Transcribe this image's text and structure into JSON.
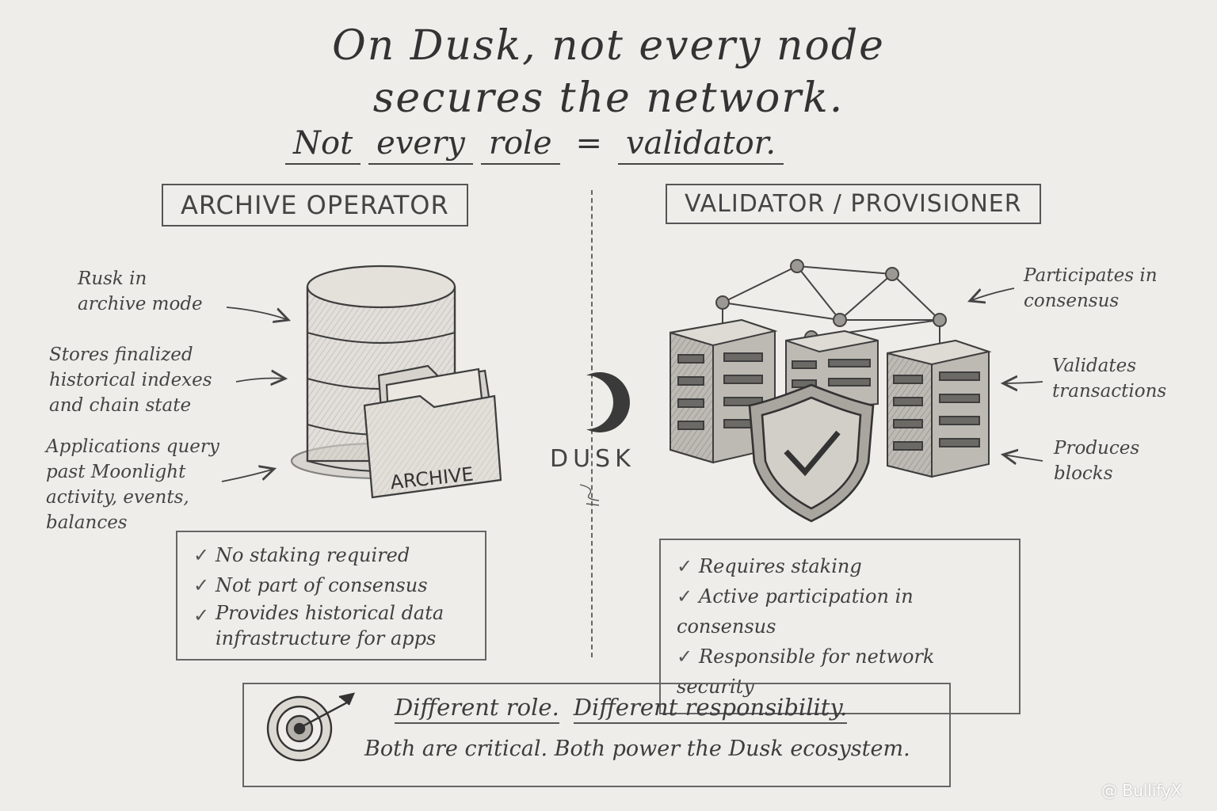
{
  "title": {
    "line1": "On Dusk, not every node",
    "line2": "secures the network.",
    "line3": [
      "Not",
      "every",
      "role",
      "=",
      "validator."
    ]
  },
  "archive": {
    "heading": "ARCHIVE OPERATOR",
    "annotations": [
      "Rusk in\narchive mode",
      "Stores finalized\nhistorical indexes\nand chain state",
      "Applications query\npast Moonlight\nactivity, events,\nbalances"
    ],
    "folder_label": "ARCHIVE",
    "checks": [
      "No staking required",
      "Not part of consensus",
      "Provides historical data\ninfrastructure for apps"
    ]
  },
  "validator": {
    "heading": "VALIDATOR / PROVISIONER",
    "annotations": [
      "Participates in\nconsensus",
      "Validates\ntransactions",
      "Produces\nblocks"
    ],
    "checks": [
      "Requires staking",
      "Active participation in consensus",
      "Responsible for network security"
    ]
  },
  "center": {
    "logo_text": "DUSK"
  },
  "bottom": {
    "line1": [
      "Different role.",
      "Different responsibility."
    ],
    "line2": "Both are critical. Both power the Dusk ecosystem."
  },
  "watermark": "@ BullifyX",
  "colors": {
    "paper": "#efede9",
    "pencil": "#3a3a3a"
  }
}
